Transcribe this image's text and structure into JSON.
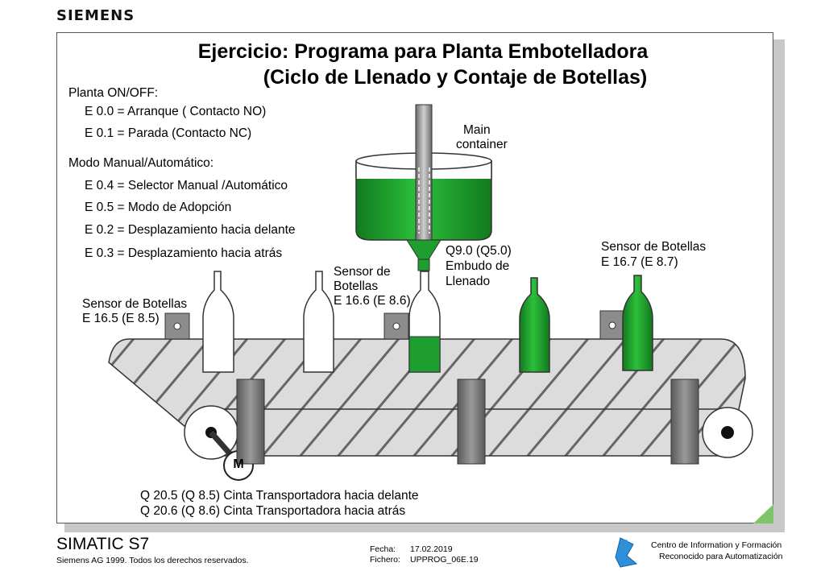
{
  "header": {
    "brand": "SIEMENS"
  },
  "slide": {
    "title_line1": "Ejercicio: Programa para Planta Embotelladora",
    "title_line2": "(Ciclo de Llenado y Contaje de Botellas)",
    "inputs": {
      "plant_heading": "Planta ON/OFF:",
      "e00": "E 0.0 = Arranque  ( Contacto NO)",
      "e01": "E 0.1 = Parada  (Contacto NC)",
      "mode_heading": "Modo Manual/Automático:",
      "e04": "E 0.4 = Selector Manual /Automático",
      "e05": "E 0.5 = Modo de Adopción",
      "e02": "E 0.2 = Desplazamiento hacia delante",
      "e03": "E 0.3 = Desplazamiento hacia atrás"
    },
    "diagram": {
      "main_container_1": "Main",
      "main_container_2": "container",
      "funnel_1": "Q9.0 (Q5.0)",
      "funnel_2": "Embudo de",
      "funnel_3": "Llenado",
      "sensor_left_1": "Sensor de Botellas",
      "sensor_left_2": "E 16.5 (E 8.5)",
      "sensor_mid_1": "Sensor de",
      "sensor_mid_2": "Botellas",
      "sensor_mid_3": "E 16.6 (E 8.6)",
      "sensor_right_1": "Sensor de Botellas",
      "sensor_right_2": "E 16.7 (E 8.7)",
      "motor": "M",
      "conveyor_forward": "Q 20.5 (Q 8.5) Cinta Transportadora hacia delante",
      "conveyor_backward": "Q 20.6 (Q 8.6) Cinta Transportadora hacia atrás"
    },
    "colors": {
      "liquid": "#1e9e2e",
      "liquid_light": "#3fbf4a",
      "belt": "#d9d9d9",
      "stripe": "#8a8a8a",
      "post": "#777777"
    }
  },
  "footer": {
    "product": "SIMATIC S7",
    "copyright": "Siemens AG 1999. Todos los derechos reservados.",
    "date_label": "Fecha:",
    "date_value": "17.02.2019",
    "file_label": "Fichero:",
    "file_value": "UPPROG_06E.19",
    "center_1": "Centro de Information y Formación",
    "center_2": "Reconocido para Automatización"
  }
}
